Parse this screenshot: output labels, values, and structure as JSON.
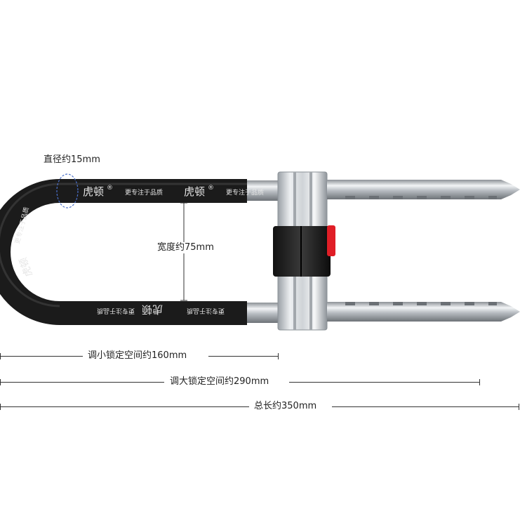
{
  "product": {
    "brand": "虎顿",
    "registered_mark": "®",
    "slogan": "更专注于品质"
  },
  "dimensions": {
    "diameter": "直径约15mm",
    "width": "宽度约75mm",
    "min_lock_space": "调小锁定空间约160mm",
    "max_lock_space": "调大锁定空间约290mm",
    "total_length": "总长约350mm"
  },
  "colors": {
    "shackle": "#1b1b1b",
    "steel": "#c8ccd0",
    "indicator": "#e01e26",
    "dim_line": "#333333"
  }
}
